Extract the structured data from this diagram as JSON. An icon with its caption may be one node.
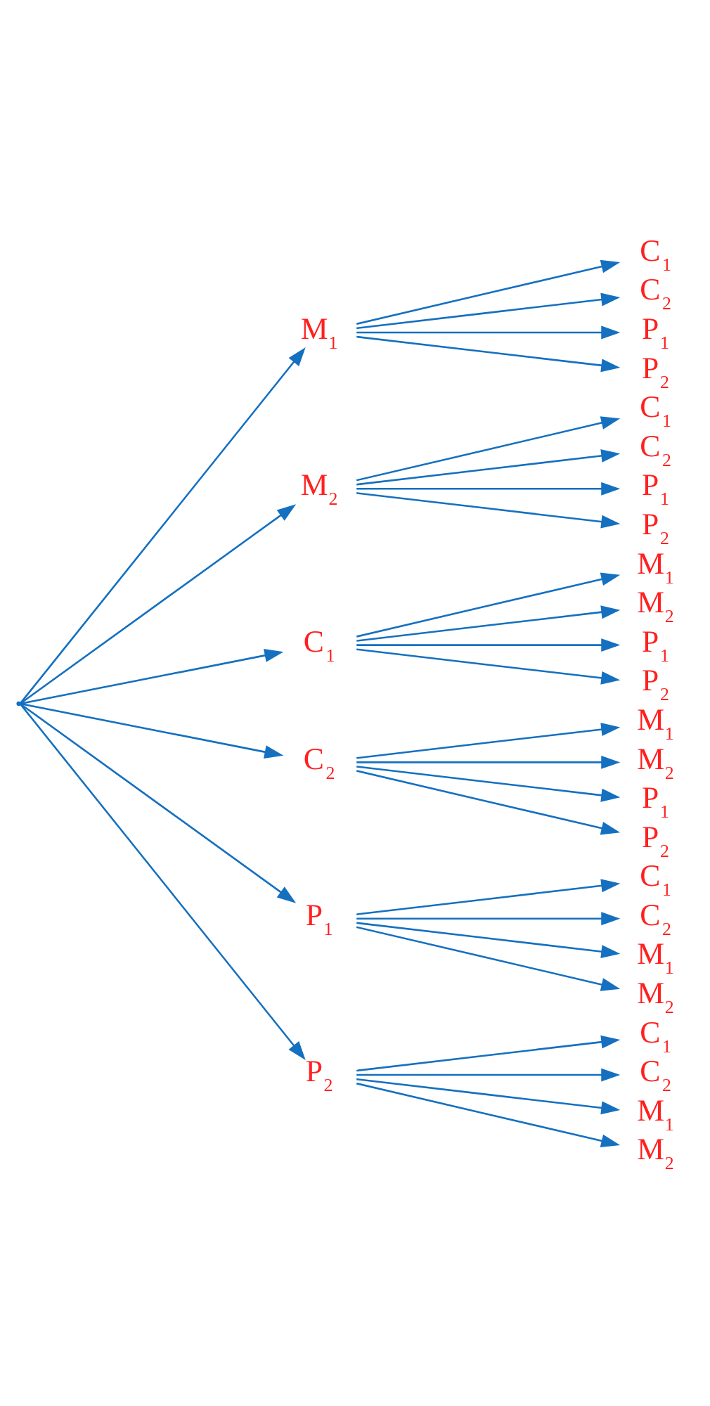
{
  "diagram": {
    "nodes": [
      {
        "text": [],
        "shape": "point"
      },
      {
        "text": [
          "M$_{1}$"
        ]
      },
      {
        "text": [
          "C$_{1}$"
        ]
      },
      {
        "text": [
          "C$_{2}$"
        ]
      },
      {
        "text": [
          "P$_{1}$"
        ]
      },
      {
        "text": [
          "P$_{2}$"
        ]
      },
      {
        "text": [
          "M$_{2}$"
        ]
      },
      {
        "text": [
          "C$_{1}$"
        ]
      },
      {
        "text": [
          "C$_{2}$"
        ]
      },
      {
        "text": [
          "P$_{1}$"
        ]
      },
      {
        "text": [
          "P$_{2}$"
        ]
      },
      {
        "text": [
          "C$_{1}$"
        ]
      },
      {
        "text": [
          "M$_{1}$"
        ]
      },
      {
        "text": [
          "M$_{2}$"
        ]
      },
      {
        "text": [
          "P$_{1}$"
        ]
      },
      {
        "text": [
          "P$_{2}$"
        ]
      },
      {
        "text": [
          "C$_{2}$"
        ]
      },
      {
        "text": [
          "M$_{1}$"
        ]
      },
      {
        "text": [
          "M$_{2}$"
        ]
      },
      {
        "text": [
          "P$_{1}$"
        ]
      },
      {
        "text": [
          "P$_{2}$"
        ]
      },
      {
        "text": [
          "P$_{1}$"
        ]
      },
      {
        "text": [
          "C$_{1}$"
        ]
      },
      {
        "text": [
          "C$_{2}$"
        ]
      },
      {
        "text": [
          "M$_{1}$"
        ]
      },
      {
        "text": [
          "M$_{2}$"
        ]
      },
      {
        "text": [
          "P$_{2}$"
        ]
      },
      {
        "text": [
          "C$_{1}$"
        ]
      },
      {
        "text": [
          "C$_{2}$"
        ]
      },
      {
        "text": [
          "M$_{1}$"
        ]
      },
      {
        "text": [
          "M$_{2}$"
        ]
      }
    ],
    "edges": [
      {
        "from": 0,
        "to": 1,
        "arrow": "to"
      },
      {
        "from": 0,
        "to": 6,
        "arrow": "to"
      },
      {
        "from": 0,
        "to": 11,
        "arrow": "to"
      },
      {
        "from": 0,
        "to": 16,
        "arrow": "to"
      },
      {
        "from": 0,
        "to": 21,
        "arrow": "to"
      },
      {
        "from": 0,
        "to": 26,
        "arrow": "to"
      },
      {
        "from": 1,
        "to": 2,
        "arrow": "to"
      },
      {
        "from": 1,
        "to": 3,
        "arrow": "to"
      },
      {
        "from": 1,
        "to": 4,
        "arrow": "to"
      },
      {
        "from": 1,
        "to": 5,
        "arrow": "to"
      },
      {
        "from": 6,
        "to": 7,
        "arrow": "to"
      },
      {
        "from": 6,
        "to": 8,
        "arrow": "to"
      },
      {
        "from": 6,
        "to": 9,
        "arrow": "to"
      },
      {
        "from": 6,
        "to": 10,
        "arrow": "to"
      },
      {
        "from": 11,
        "to": 12,
        "arrow": "to"
      },
      {
        "from": 11,
        "to": 13,
        "arrow": "to"
      },
      {
        "from": 11,
        "to": 14,
        "arrow": "to"
      },
      {
        "from": 11,
        "to": 15,
        "arrow": "to"
      },
      {
        "from": 16,
        "to": 17,
        "arrow": "to"
      },
      {
        "from": 16,
        "to": 18,
        "arrow": "to"
      },
      {
        "from": 16,
        "to": 19,
        "arrow": "to"
      },
      {
        "from": 16,
        "to": 20,
        "arrow": "to"
      },
      {
        "from": 21,
        "to": 22,
        "arrow": "to"
      },
      {
        "from": 21,
        "to": 23,
        "arrow": "to"
      },
      {
        "from": 21,
        "to": 24,
        "arrow": "to"
      },
      {
        "from": 21,
        "to": 25,
        "arrow": "to"
      },
      {
        "from": 26,
        "to": 27,
        "arrow": "to"
      },
      {
        "from": 26,
        "to": 28,
        "arrow": "to"
      },
      {
        "from": 26,
        "to": 29,
        "arrow": "to"
      },
      {
        "from": 26,
        "to": 30,
        "arrow": "to"
      }
    ]
  }
}
